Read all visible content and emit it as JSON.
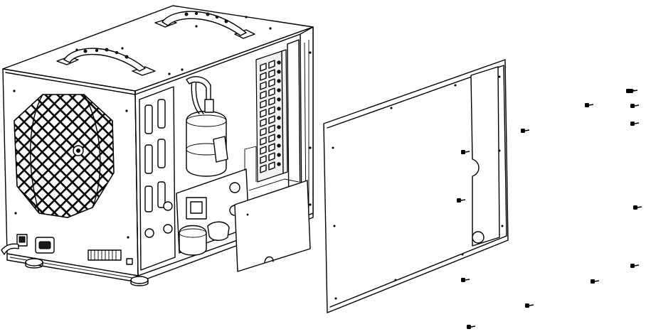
{
  "figure": {
    "unit_parts": [
      "handle-front",
      "handle-rear",
      "fan-grille",
      "power-switch",
      "power-inlet",
      "terminal-block",
      "foot-left",
      "foot-right",
      "compressor",
      "heat-exchanger-coils",
      "control-board",
      "service-cover"
    ],
    "panel_parts": [
      "side-panel",
      "panel-cutout"
    ],
    "screw_count": 14
  }
}
